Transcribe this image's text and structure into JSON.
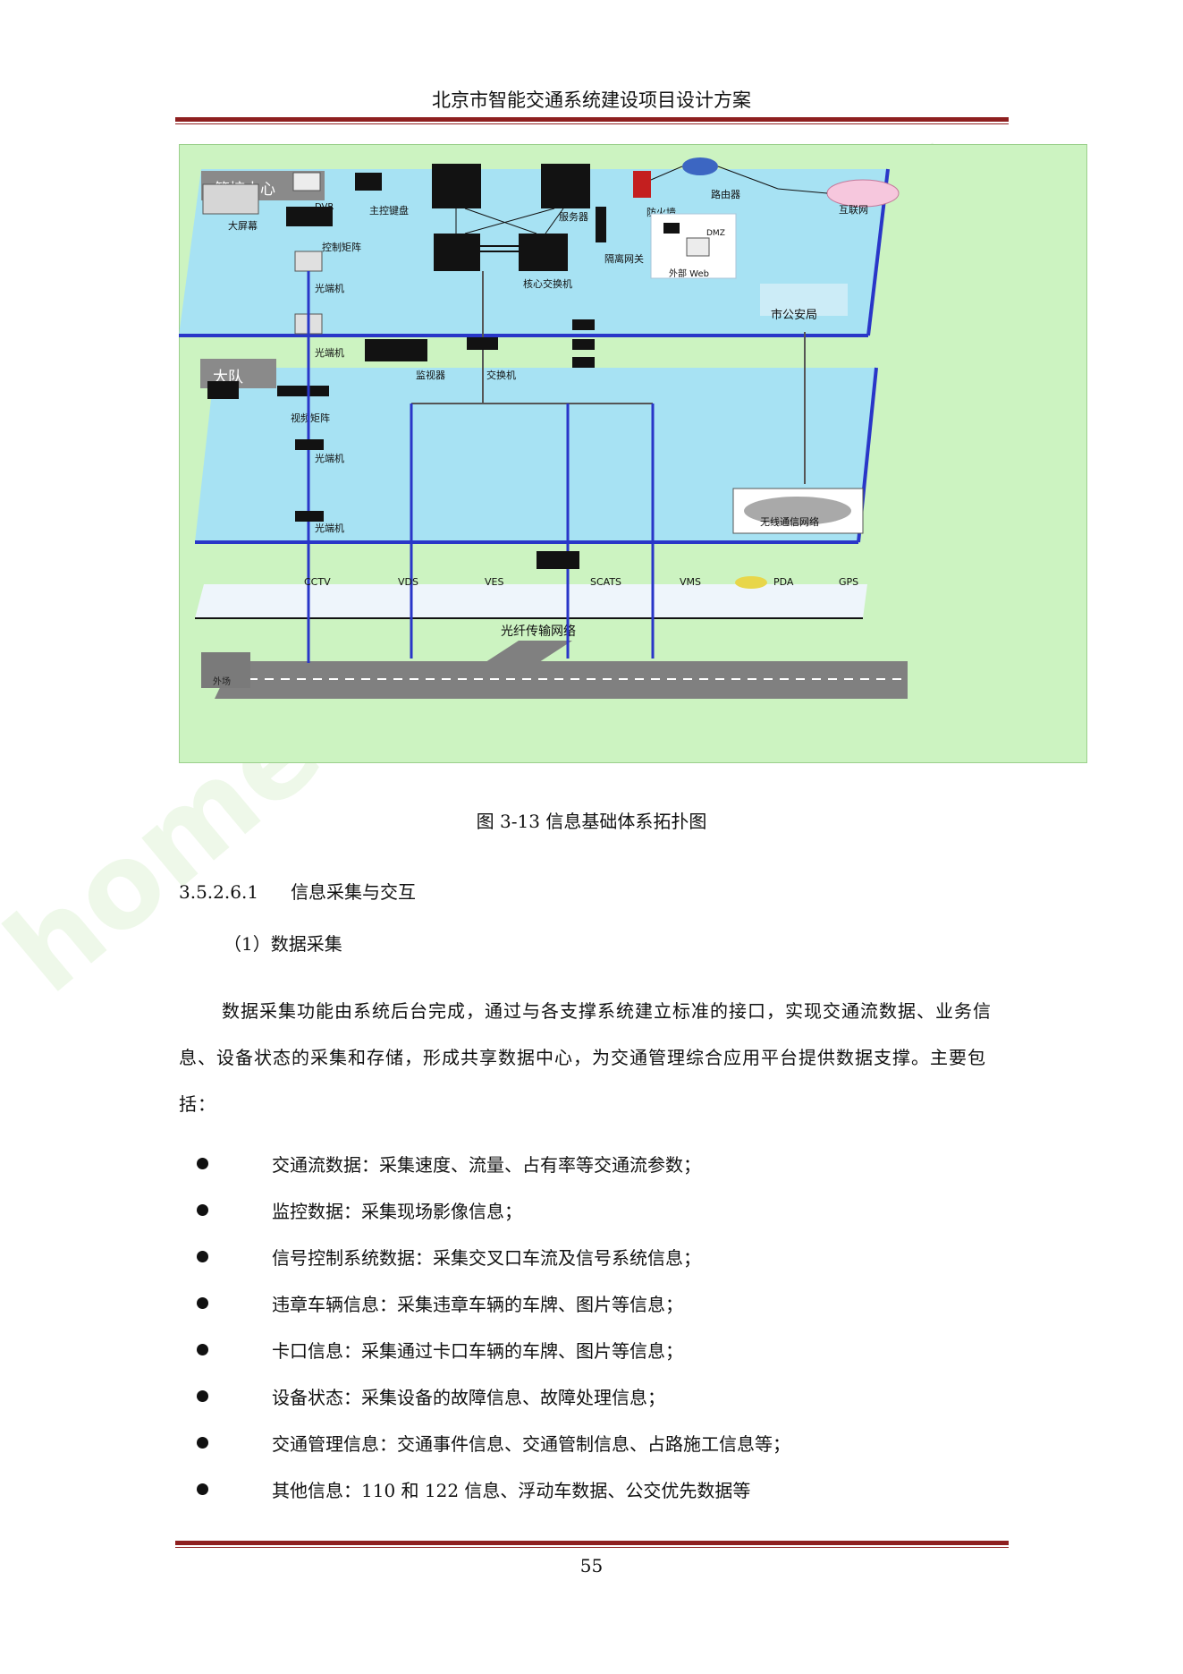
{
  "header": {
    "title": "北京市智能交通系统建设项目设计方案"
  },
  "figure": {
    "caption": "图 3-13 信息基础体系拓扑图",
    "labels": {
      "center": "管控中心",
      "team": "大队",
      "big_screen": "大屏幕",
      "dvr": "DVR",
      "main_keyboard": "主控键盘",
      "control_matrix": "控制矩阵",
      "optical_1": "光端机",
      "server": "服务器",
      "firewall": "防火墙",
      "router": "路由器",
      "internet": "互联网",
      "isolation_gateway": "隔离网关",
      "core_switch": "核心交换机",
      "dmz": "DMZ",
      "external_web": "外部 Web",
      "city_bureau": "市公安局",
      "optical_2": "光端机",
      "monitor": "监视器",
      "switch": "交换机",
      "video_matrix": "视频矩阵",
      "optical_3": "光端机",
      "optical_4": "光端机",
      "fiber_network": "光纤传输网络",
      "wireless_network": "无线通信网络",
      "field": "外场",
      "cctv": "CCTV",
      "vds": "VDS",
      "ves": "VES",
      "scats": "SCATS",
      "vms": "VMS",
      "pda": "PDA",
      "gps": "GPS"
    }
  },
  "section": {
    "number": "3.5.2.6.1",
    "title": "信息采集与交互"
  },
  "subsection": "（1）数据采集",
  "paragraph": "数据采集功能由系统后台完成，通过与各支撑系统建立标准的接口，实现交通流数据、业务信息、设备状态的采集和存储，形成共享数据中心，为交通管理综合应用平台提供数据支撑。主要包括：",
  "bullets": [
    "交通流数据：采集速度、流量、占有率等交通流参数；",
    "监控数据：采集现场影像信息；",
    "信号控制系统数据：采集交叉口车流及信号系统信息；",
    "违章车辆信息：采集违章车辆的车牌、图片等信息；",
    "卡口信息：采集通过卡口车辆的车牌、图片等信息；",
    "设备状态：采集设备的故障信息、故障处理信息；",
    "交通管理信息：交通事件信息、交通管制信息、占路施工信息等；",
    "其他信息：110 和 122 信息、浮动车数据、公交优先数据等"
  ],
  "footer": {
    "page_number": "55"
  },
  "watermark": "homedo.com 河姆渡"
}
